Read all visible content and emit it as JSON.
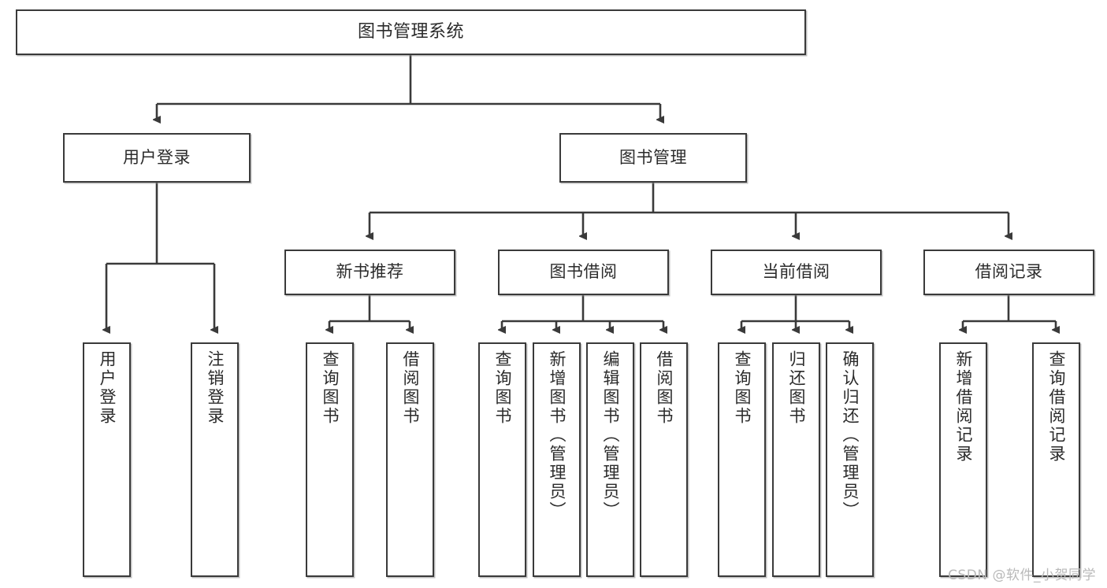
{
  "diagram": {
    "title": "图书管理系统",
    "type": "tree-hierarchy-chart",
    "watermark": "CSDN @软件_小贺同学",
    "colors": {
      "node_border": "#3a3a3a",
      "node_fill": "#ffffff",
      "edge": "#3a3a3a",
      "text": "#2b2b2b",
      "watermark": "#b9b9b9",
      "background": "#ffffff"
    }
  },
  "nodes": {
    "root": {
      "label": "图书管理系统"
    },
    "level2": [
      {
        "label": "用户登录"
      },
      {
        "label": "图书管理"
      }
    ],
    "level3": [
      {
        "label": "新书推荐"
      },
      {
        "label": "图书借阅"
      },
      {
        "label": "当前借阅"
      },
      {
        "label": "借阅记录"
      }
    ],
    "leaves": {
      "user_login": [
        {
          "label": "用户登录"
        },
        {
          "label": "注销登录"
        }
      ],
      "new_book": [
        {
          "label": "查询图书"
        },
        {
          "label": "借阅图书"
        }
      ],
      "book_borrow": [
        {
          "label": "查询图书"
        },
        {
          "label": "新增图书（管理员）"
        },
        {
          "label": "编辑图书（管理员）"
        },
        {
          "label": "借阅图书"
        }
      ],
      "current_borrow": [
        {
          "label": "查询图书"
        },
        {
          "label": "归还图书"
        },
        {
          "label": "确认归还（管理员）"
        }
      ],
      "borrow_record": [
        {
          "label": "新增借阅记录"
        },
        {
          "label": "查询借阅记录"
        }
      ]
    }
  }
}
